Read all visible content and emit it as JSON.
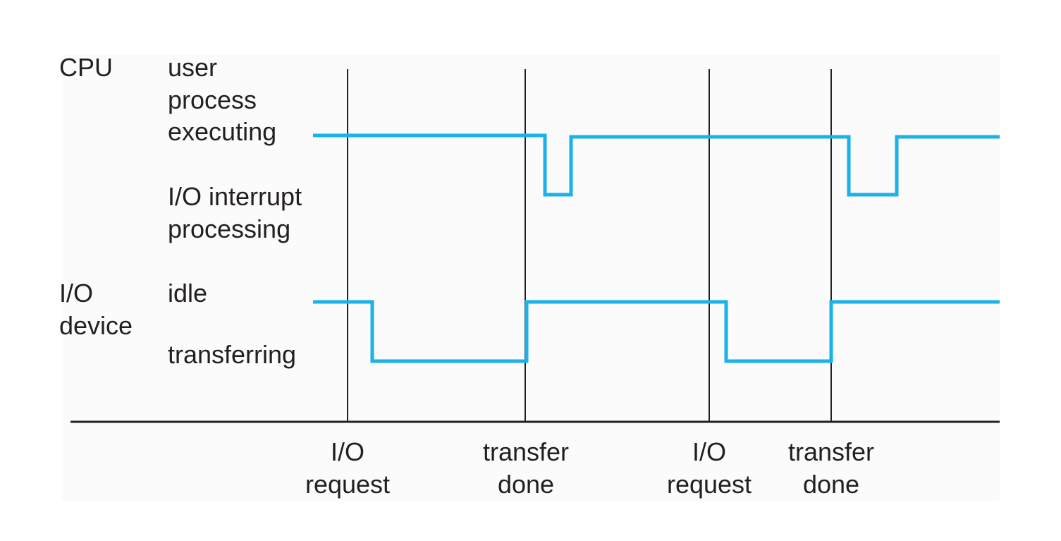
{
  "device_labels": {
    "cpu": "CPU",
    "io_line1": "I/O",
    "io_line2": "device"
  },
  "state_labels": {
    "user_line1": "user",
    "user_line2": "process",
    "user_line3": "executing",
    "interrupt_line1": "I/O interrupt",
    "interrupt_line2": "processing",
    "idle": "idle",
    "transferring": "transferring"
  },
  "events": [
    {
      "line1": "I/O",
      "line2": "request"
    },
    {
      "line1": "transfer",
      "line2": "done"
    },
    {
      "line1": "I/O",
      "line2": "request"
    },
    {
      "line1": "transfer",
      "line2": "done"
    }
  ],
  "colors": {
    "signal": "#1ab2e8",
    "axis": "#231f20",
    "text": "#231f20",
    "panel": "#fbfbfb"
  }
}
